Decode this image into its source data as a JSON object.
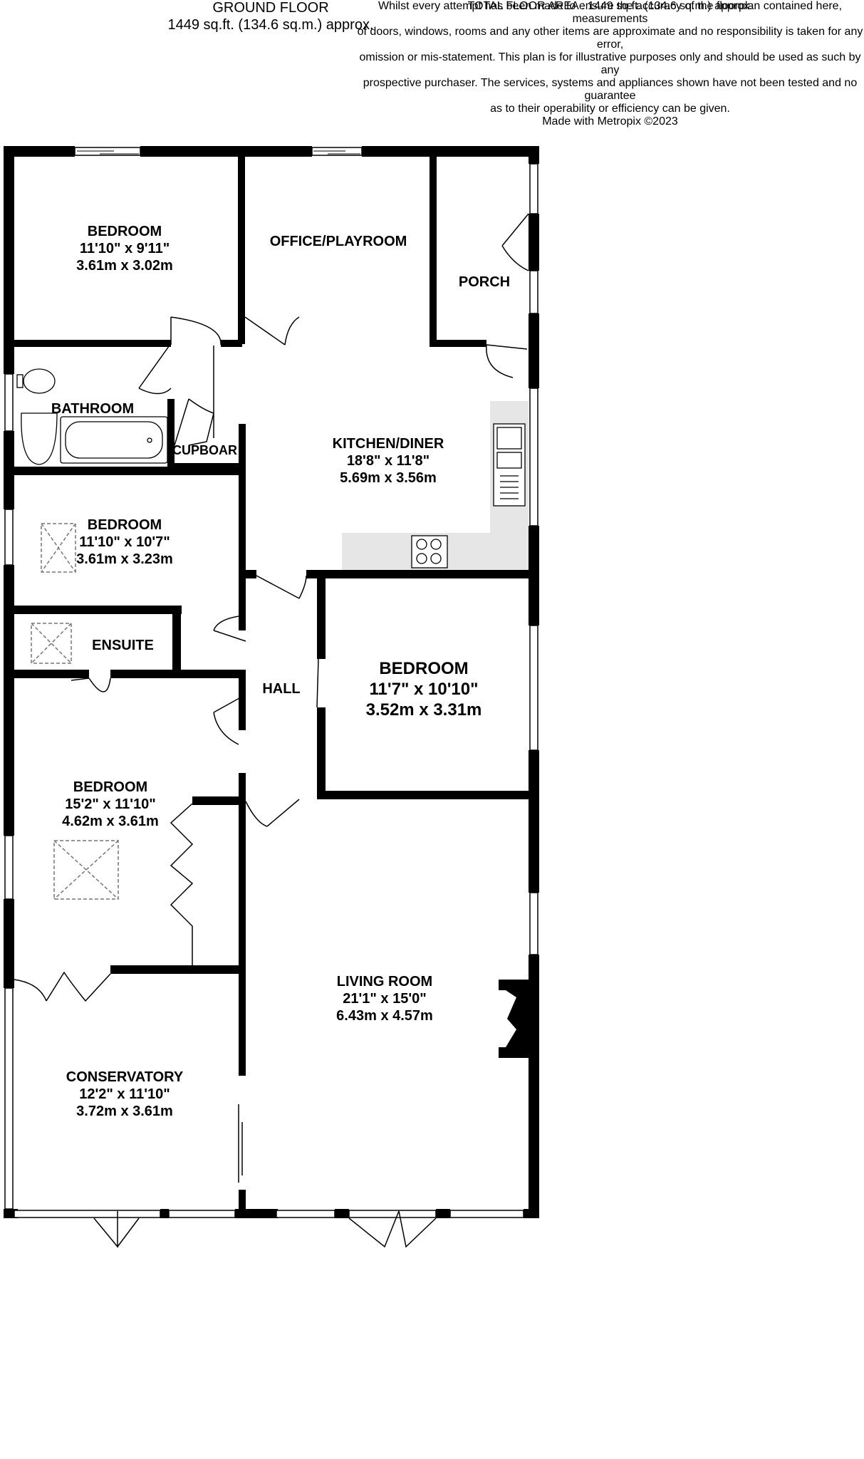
{
  "header": {
    "floor": "GROUND FLOOR",
    "area": "1449 sq.ft. (134.6 sq.m.) approx."
  },
  "rooms": {
    "bedroom_1": {
      "name": "BEDROOM",
      "imperial": "11'10\"  x 9'11\"",
      "metric": "3.61m  x 3.02m"
    },
    "office": {
      "name": "OFFICE/PLAYROOM"
    },
    "porch": {
      "name": "PORCH"
    },
    "bathroom": {
      "name": "BATHROOM"
    },
    "cupboard": {
      "name": "CUPBOARD"
    },
    "kitchen": {
      "name": "KITCHEN/DINER",
      "imperial": "18'8\"  x 11'8\"",
      "metric": "5.69m  x 3.56m"
    },
    "bedroom_2": {
      "name": "BEDROOM",
      "imperial": "11'10\"  x 10'7\"",
      "metric": "3.61m  x 3.23m"
    },
    "ensuite": {
      "name": "ENSUITE"
    },
    "hall": {
      "name": "HALL"
    },
    "bedroom_3": {
      "name": "BEDROOM",
      "imperial": "11'7\"  x 10'10\"",
      "metric": "3.52m  x 3.31m"
    },
    "bedroom_4": {
      "name": "BEDROOM",
      "imperial": "15'2\"  x 11'10\"",
      "metric": "4.62m  x 3.61m"
    },
    "living": {
      "name": "LIVING ROOM",
      "imperial": "21'1\"  x 15'0\"",
      "metric": "6.43m  x 4.57m"
    },
    "conservatory": {
      "name": "CONSERVATORY",
      "imperial": "12'2\"  x 11'10\"",
      "metric": "3.72m  x 3.61m"
    }
  },
  "footer": {
    "total": "TOTAL FLOOR AREA : 1449 sq.ft. (134.6 sq.m.) approx.",
    "disclaimer_lines": [
      "Whilst every attempt has been made to ensure the accuracy of the floorplan contained here, measurements",
      "of doors, windows, rooms and any other items are approximate and no responsibility is taken for any error,",
      "omission or mis-statement. This plan is for illustrative purposes only and should be used as such by any",
      "prospective purchaser. The services, systems and appliances shown have not been tested and no guarantee",
      "as to their operability or efficiency can be given.",
      "Made with Metropix ©2023"
    ]
  },
  "colors": {
    "wall": "#000000",
    "fixture": "#888888",
    "worktop": "#e6e6e6"
  }
}
